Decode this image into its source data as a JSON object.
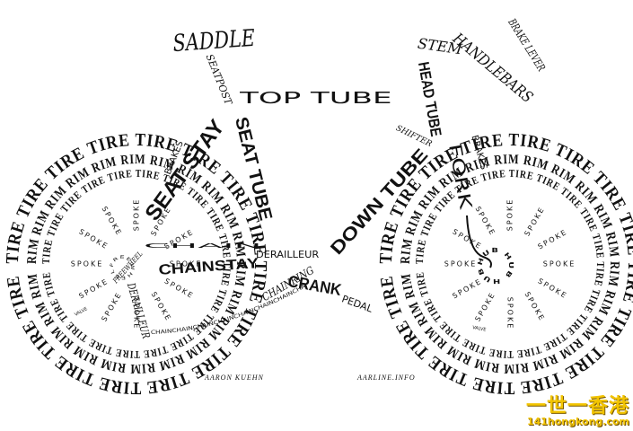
{
  "labels": {
    "saddle": "SADDLE",
    "seatpost": "SEATPOST",
    "top_tube": "TOP TUBE",
    "stem": "STEM",
    "handlebars": "HANDLEBARS",
    "brake_lever": "BRAKE LEVER",
    "head_tube": "HEAD TUBE",
    "shifter": "SHIFTER",
    "fork": "FORK",
    "brakes_rear": "BRAKES",
    "brakes_front": "BRAKES",
    "seat_stay": "SEAT STAY",
    "seat_tube": "SEAT TUBE",
    "down_tube": "DOWN TUBE",
    "chainstay": "CHAINSTAY",
    "derailleur_front": "DERAILLEUR",
    "derailleur_rear": "DERAILLEUR",
    "chainring": "CHAINRING",
    "crank": "CRANK",
    "pedal": "PEDAL",
    "freewheel": "FREEWHEEL",
    "chain": "CHAIN",
    "tire": "TIRE",
    "rim": "RIM",
    "spoke": "SPOKE",
    "hub": "HUB",
    "valve": "VALVE"
  },
  "credits": {
    "author": "AARON KUEHN",
    "site": "AARLINE.INFO"
  },
  "watermark": {
    "chinese": "一世一香港",
    "url": "141hongkong.com"
  },
  "colors": {
    "ink": "#111111",
    "watermark": "#f2c400"
  }
}
